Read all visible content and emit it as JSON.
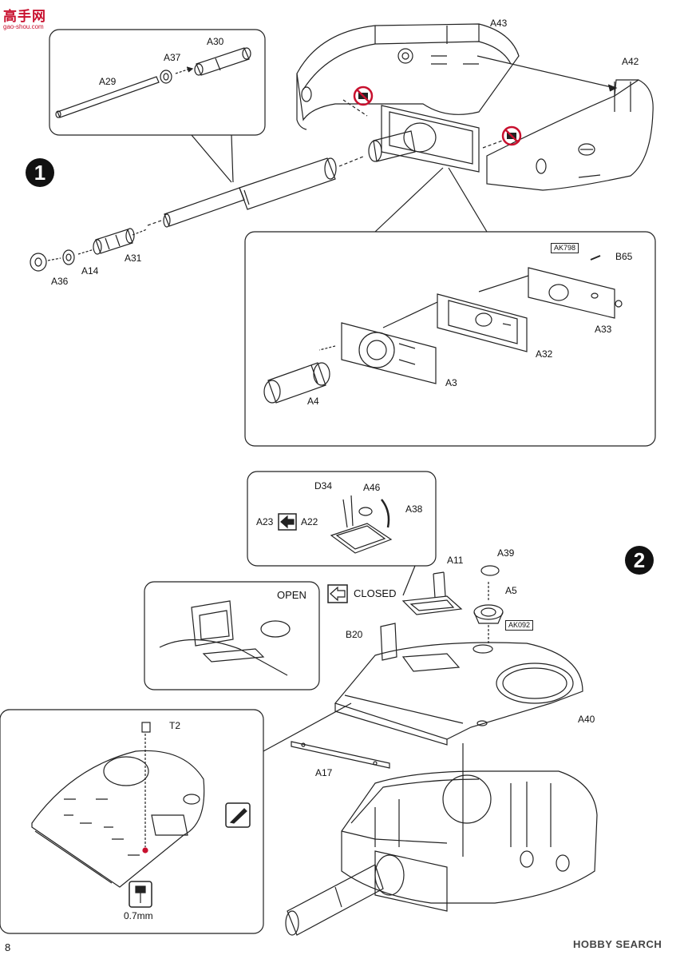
{
  "header": {
    "site_name": "高手网",
    "site_url": "gao-shou.com"
  },
  "steps": [
    {
      "number": "1"
    },
    {
      "number": "2"
    }
  ],
  "step1": {
    "detail_barrel_labels": [
      "A30",
      "A37",
      "A29"
    ],
    "barrel_labels": [
      "A31",
      "A14",
      "A36"
    ],
    "turret_labels": [
      "A43",
      "A42"
    ],
    "mantlet_labels": [
      "AK798",
      "B65",
      "A33",
      "A32",
      "A3",
      "A4"
    ]
  },
  "step2": {
    "hatch_labels": [
      "D34",
      "A46",
      "A38",
      "A23",
      "A22"
    ],
    "open_label": "OPEN",
    "closed_label": "CLOSED",
    "roof_labels": [
      "A11",
      "A39",
      "A5",
      "AK092",
      "B20",
      "A40",
      "A17"
    ],
    "drill_labels": [
      "T2",
      "0.7mm"
    ]
  },
  "footer": {
    "page_number": "8",
    "watermark": "HOBBY SEARCH"
  },
  "colors": {
    "step_badge": "#111111",
    "prohibit_red": "#c8102e",
    "line": "#222222"
  },
  "icons": [
    "no-glue-icon",
    "direction-arrow-icon",
    "knife-icon",
    "drill-icon"
  ]
}
